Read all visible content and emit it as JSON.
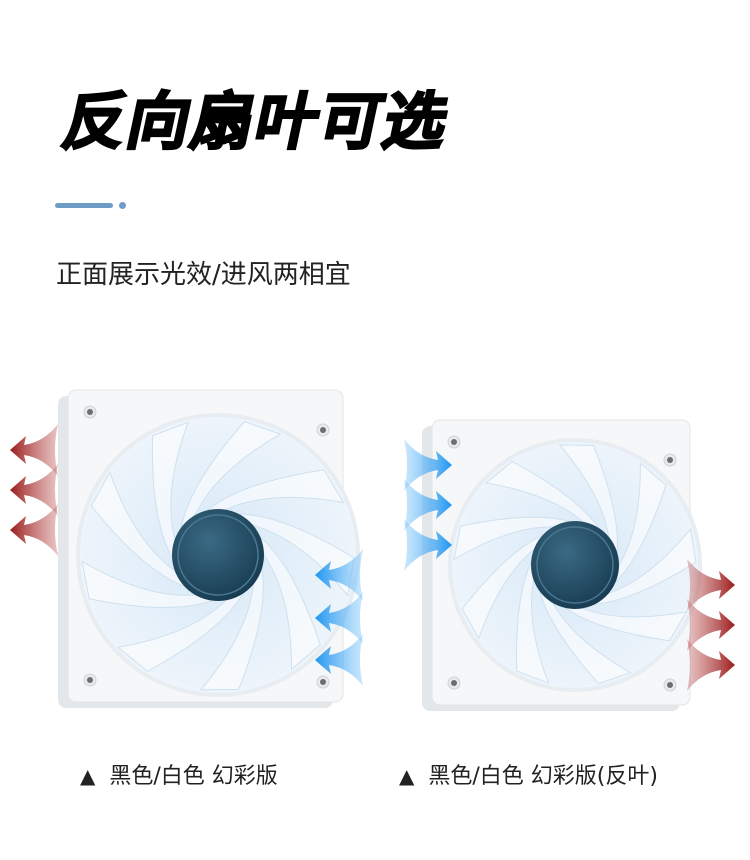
{
  "header": {
    "title": "反向扇叶可选",
    "subtitle": "正面展示光效/进风两相宜",
    "accent_color": "#6f9cc6"
  },
  "products": [
    {
      "marker_icon": "triangle-up-icon",
      "marker": "▲",
      "label": "黑色/白色 幻彩版"
    },
    {
      "marker_icon": "triangle-up-icon",
      "marker": "▲",
      "label": "黑色/白色 幻彩版(反叶)"
    }
  ],
  "colors": {
    "intake_arrow": "#2a9df4",
    "exhaust_arrow": "#a32222",
    "hub": "#1e4a63"
  }
}
